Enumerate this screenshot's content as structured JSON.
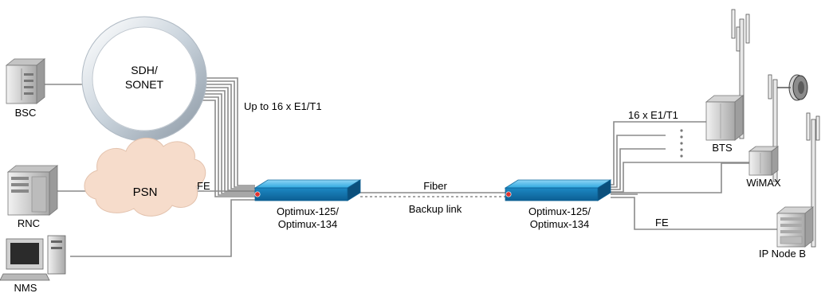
{
  "nodes": {
    "bsc": "BSC",
    "sdh": "SDH/\nSONET",
    "rnc": "RNC",
    "psn": "PSN",
    "nms": "NMS",
    "mux_left": "Optimux-125/\nOptimux-134",
    "mux_right": "Optimux-125/\nOptimux-134",
    "bts": "BTS",
    "wimax": "WiMAX",
    "ipnodeb": "IP Node B"
  },
  "links": {
    "up_to": "Up to 16 x E1/T1",
    "fe_left": "FE",
    "fiber": "Fiber",
    "backup": "Backup link",
    "e1_right": "16 x E1/T1",
    "fe_right": "FE"
  },
  "colors": {
    "wire": "#8a8a8a",
    "mux_blue": "#2fa8e0",
    "cloud": "#f6dccb",
    "ring": "#c9d3dc",
    "device": "#d8d8d8"
  },
  "icons": {
    "bsc": "server-rack-icon",
    "rnc": "server-rack-icon",
    "nms": "workstation-icon",
    "psn": "cloud-icon",
    "sdh": "ring-icon",
    "bts": "tower-icon",
    "wimax": "antenna-dish-icon",
    "ipnodeb": "tower-icon"
  }
}
